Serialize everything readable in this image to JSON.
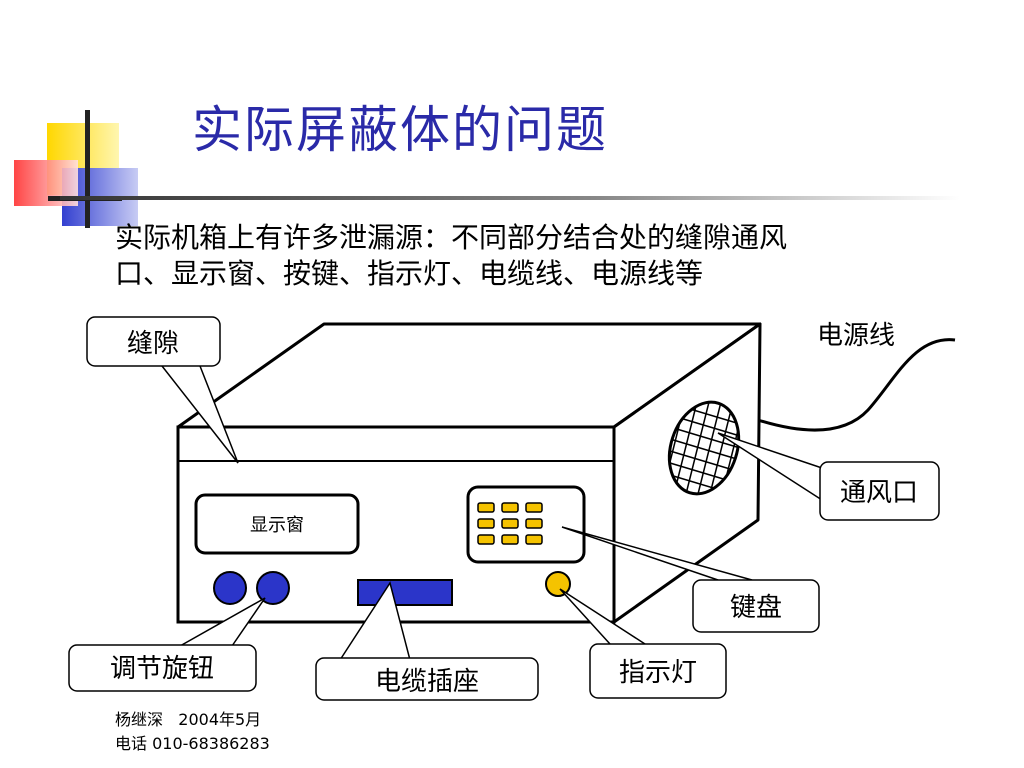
{
  "slide": {
    "title": "实际屏蔽体的问题",
    "body_lines": [
      "实际机箱上有许多泄漏源：不同部分结合处的缝隙通风",
      "口、显示窗、按键、指示灯、电缆线、电源线等"
    ]
  },
  "diagram": {
    "labels": {
      "gap": "缝隙",
      "power_cord": "电源线",
      "vent": "通风口",
      "display_window": "显示窗",
      "keyboard": "键盘",
      "knob": "调节旋钮",
      "cable_socket": "电缆插座",
      "indicator": "指示灯"
    }
  },
  "footer": {
    "author": "杨继深",
    "date": "2004年5月",
    "phone": "电话 010-68386283"
  },
  "colors": {
    "title": "#2a2aa8",
    "knob_fill": "#2b35c9",
    "socket_fill": "#2b35c9",
    "indicator_fill": "#f5c300",
    "key_fill": "#f5c300",
    "deco_yellow": "#ffd700",
    "deco_blue": "#3340d0",
    "deco_red": "#ff4040"
  }
}
